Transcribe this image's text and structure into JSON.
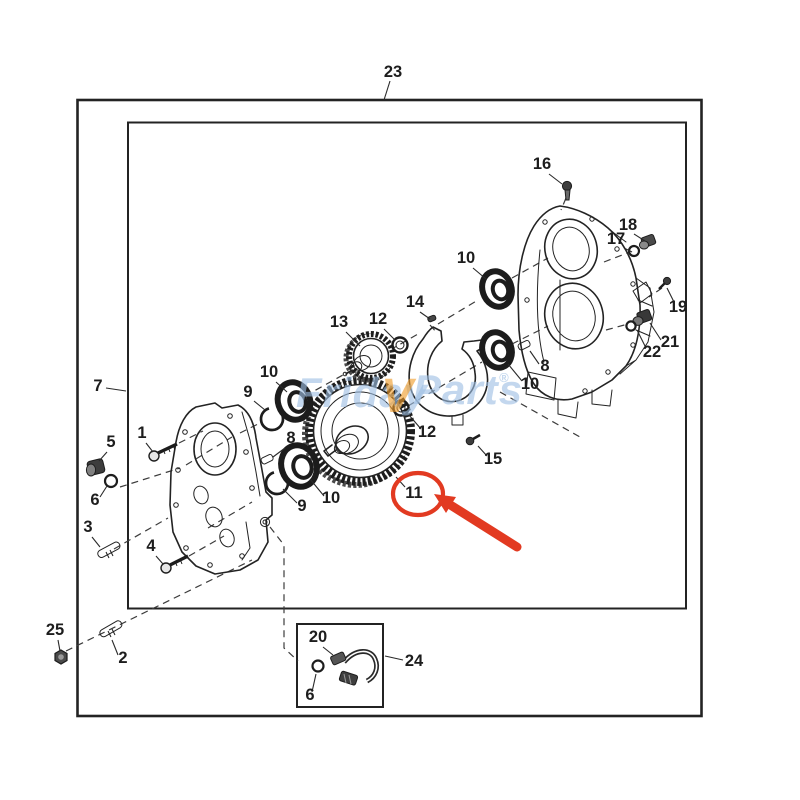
{
  "colors": {
    "line": "#232323",
    "annotation_red": "#e23a21",
    "watermark_blue": "#9fc0e4",
    "watermark_orange": "#f09c2a"
  },
  "watermark": {
    "left": "Friday",
    "mark": "V",
    "right": "Parts",
    "registered": "®"
  },
  "callouts": [
    "23",
    "16",
    "18",
    "17",
    "19",
    "21",
    "22",
    "10",
    "14",
    "13",
    "12",
    "8",
    "10",
    "15",
    "12",
    "11",
    "7",
    "1",
    "5",
    "6",
    "9",
    "10",
    "8",
    "9",
    "10",
    "3",
    "4",
    "2",
    "25",
    "20",
    "6",
    "24"
  ]
}
